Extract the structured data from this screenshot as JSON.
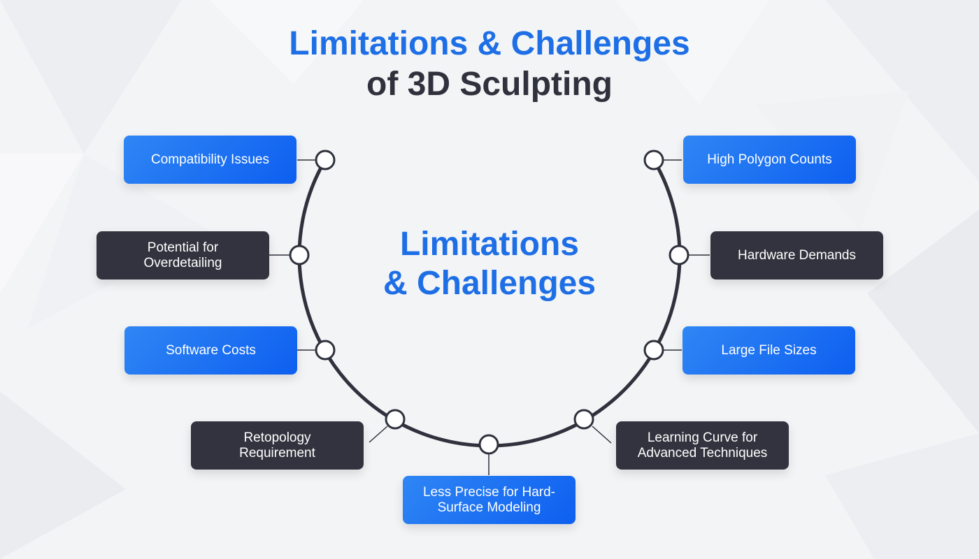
{
  "title": {
    "line1": "Limitations & Challenges",
    "line2": "of 3D Sculpting"
  },
  "center": {
    "line1": "Limitations",
    "line2": "& Challenges"
  },
  "colors": {
    "accent_blue": "#1e6fe6",
    "dark": "#33333f",
    "ring": "#2f313c"
  },
  "items": {
    "compatibility": "Compatibility Issues",
    "overdetailing": "Potential for Overdetailing",
    "software_costs": "Software Costs",
    "retopology": "Retopology Requirement",
    "less_precise": "Less Precise for Hard-Surface Modeling",
    "learning_curve": "Learning Curve for Advanced Techniques",
    "large_files": "Large File Sizes",
    "hardware": "Hardware Demands",
    "high_polygon": "High Polygon Counts"
  }
}
